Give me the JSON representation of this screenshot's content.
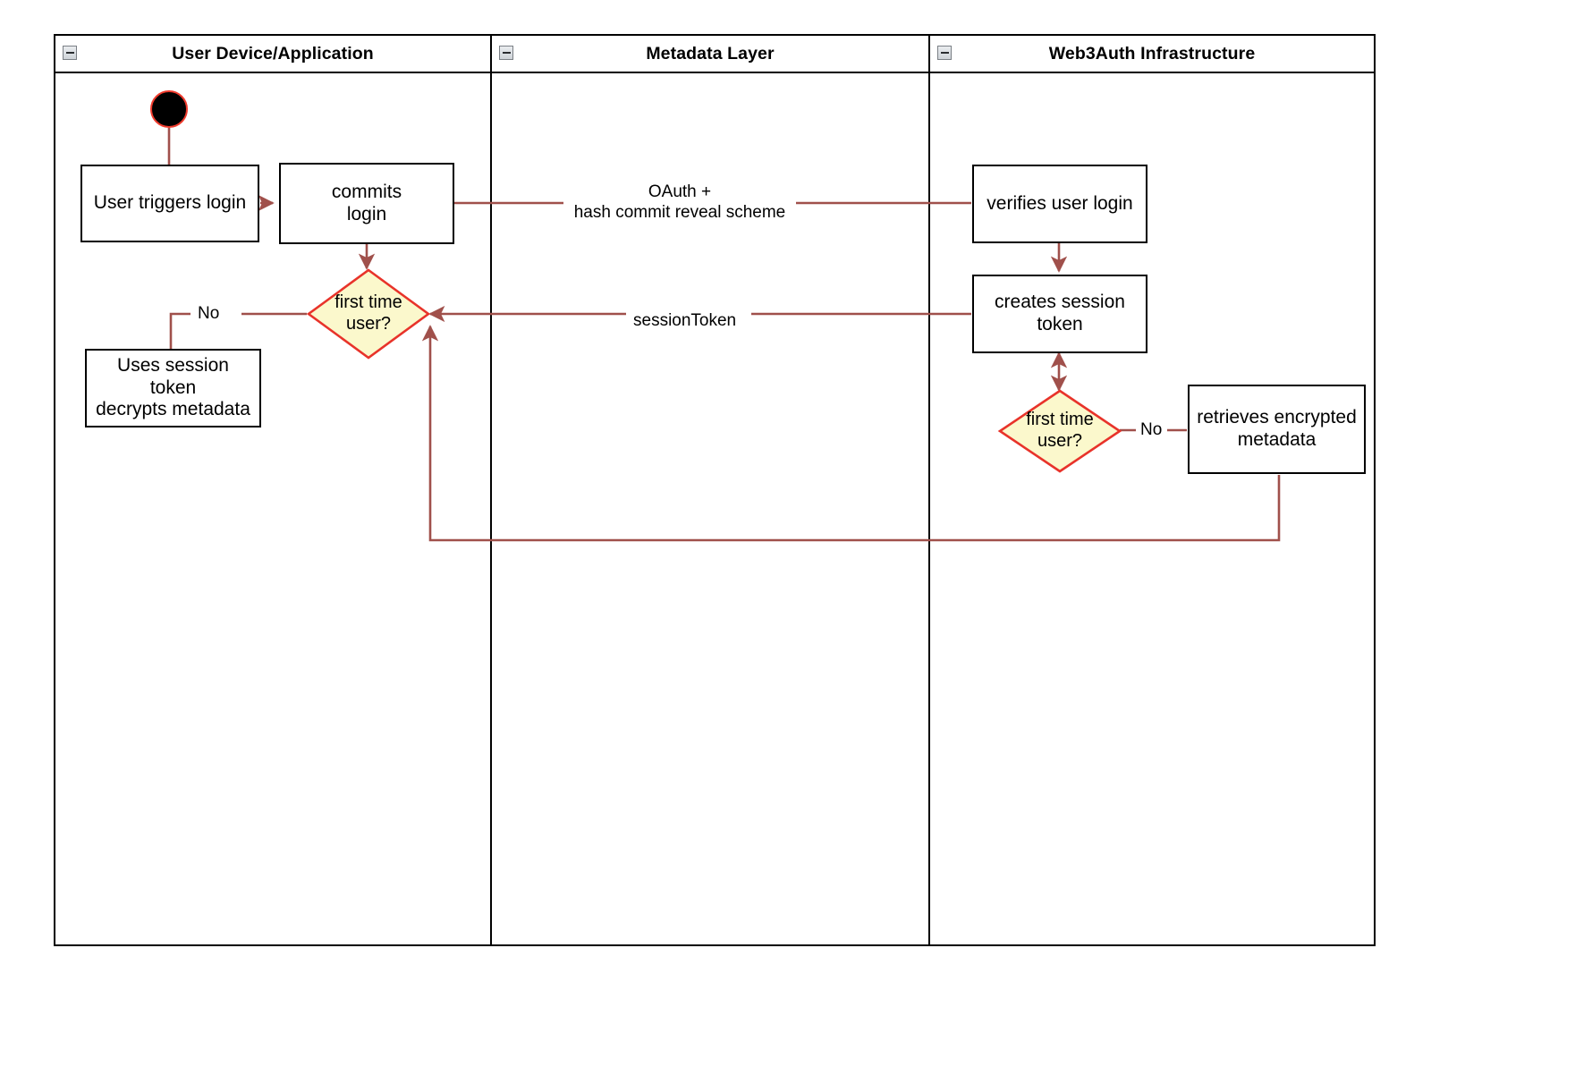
{
  "diagram": {
    "type": "uml-activity-swimlane",
    "title": "Web3Auth login activity diagram",
    "colors": {
      "lane_border": "#000000",
      "node_border": "#000000",
      "edge": "#a0504b",
      "decision_fill": "#fbf8cc",
      "decision_border": "#e8332a",
      "start_fill": "#000000",
      "start_border": "#ef3b2d",
      "background": "#ffffff",
      "collapse_icon": "#7a7f85"
    }
  },
  "lanes": [
    {
      "id": "user-device",
      "label": "User Device/Application",
      "collapse_icon": "minus-icon"
    },
    {
      "id": "metadata-layer",
      "label": "Metadata Layer",
      "collapse_icon": "minus-icon"
    },
    {
      "id": "web3auth",
      "label": "Web3Auth Infrastructure",
      "collapse_icon": "minus-icon"
    }
  ],
  "nodes": {
    "start": {
      "kind": "initial-node",
      "label": ""
    },
    "user_triggers_login": {
      "kind": "action",
      "label": "User triggers login"
    },
    "commits_login": {
      "kind": "action",
      "label": "commits\nlogin",
      "line1": "commits",
      "line2": "login"
    },
    "first_time_user_left": {
      "kind": "decision",
      "line1": "first time",
      "line2": "user?"
    },
    "uses_session_token": {
      "kind": "action",
      "line1": "Uses session",
      "line2": "token",
      "line3": "decrypts metadata"
    },
    "verifies_user_login": {
      "kind": "action",
      "label": "verifies user login"
    },
    "creates_session_token": {
      "kind": "action",
      "line1": "creates session",
      "line2": "token"
    },
    "first_time_user_right": {
      "kind": "decision",
      "line1": "first time",
      "line2": "user?"
    },
    "retrieves_encrypted_metadata": {
      "kind": "action",
      "line1": "retrieves encrypted",
      "line2": "metadata"
    }
  },
  "edges": {
    "oauth": {
      "line1": "OAuth +",
      "line2": "hash commit reveal scheme"
    },
    "session_token": {
      "label": "sessionToken"
    },
    "no_left": {
      "label": "No"
    },
    "no_right": {
      "label": "No"
    }
  }
}
